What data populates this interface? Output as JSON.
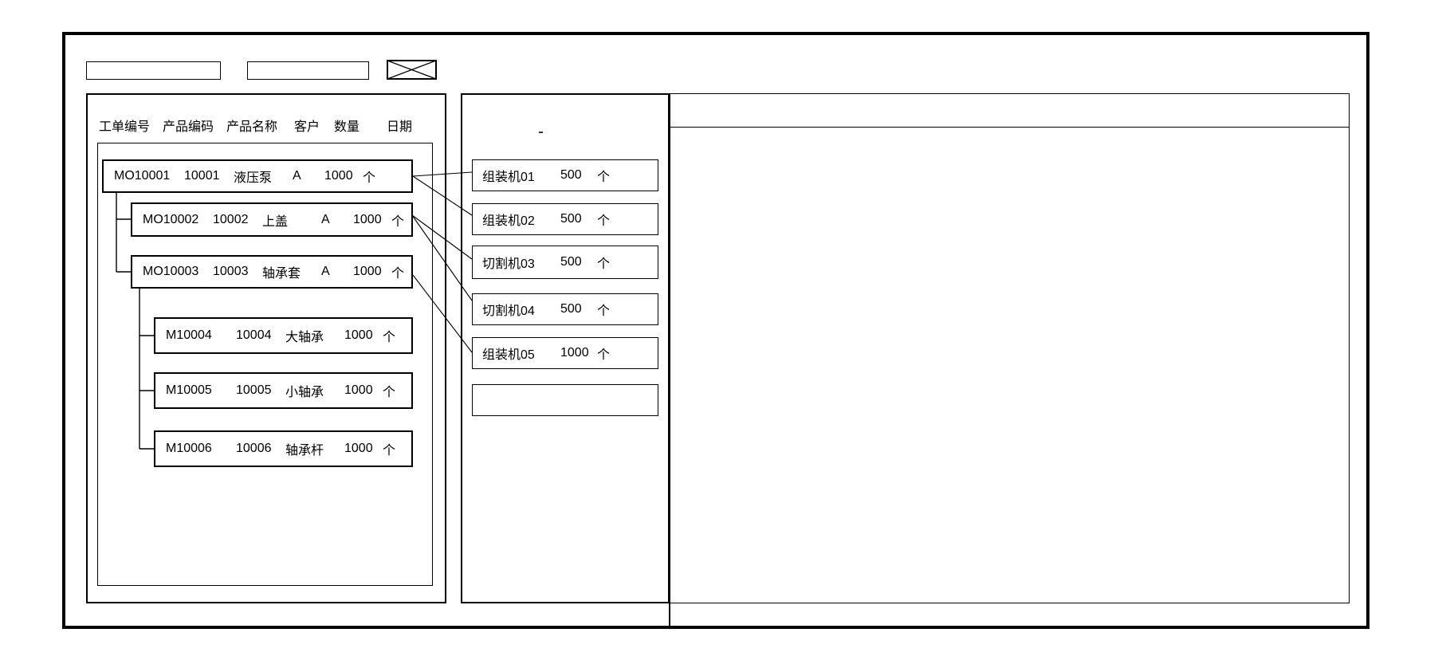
{
  "palette": {
    "stroke": "#000000",
    "background": "#ffffff"
  },
  "toolbar": {
    "field1_value": "",
    "field2_value": ""
  },
  "header_row": {
    "columns": [
      "工单编号",
      "产品编码",
      "产品名称",
      "客户",
      "数量",
      "日期"
    ]
  },
  "orders": [
    {
      "order_no": "MO10001",
      "product_code": "10001",
      "product_name": "液压泵",
      "customer": "A",
      "qty": "1000",
      "unit": "个"
    },
    {
      "order_no": "MO10002",
      "product_code": "10002",
      "product_name": "上盖",
      "customer": "A",
      "qty": "1000",
      "unit": "个"
    },
    {
      "order_no": "MO10003",
      "product_code": "10003",
      "product_name": "轴承套",
      "customer": "A",
      "qty": "1000",
      "unit": "个"
    },
    {
      "order_no": "M10004",
      "product_code": "10004",
      "product_name": "大轴承",
      "customer": "",
      "qty": "1000",
      "unit": "个"
    },
    {
      "order_no": "M10005",
      "product_code": "10005",
      "product_name": "小轴承",
      "customer": "",
      "qty": "1000",
      "unit": "个"
    },
    {
      "order_no": "M10006",
      "product_code": "10006",
      "product_name": "轴承杆",
      "customer": "",
      "qty": "1000",
      "unit": "个"
    }
  ],
  "machines": [
    {
      "name": "组装机01",
      "qty": "500",
      "unit": "个"
    },
    {
      "name": "组装机02",
      "qty": "500",
      "unit": "个"
    },
    {
      "name": "切割机03",
      "qty": "500",
      "unit": "个"
    },
    {
      "name": "切割机04",
      "qty": "500",
      "unit": "个"
    },
    {
      "name": "组装机05",
      "qty": "1000",
      "unit": "个"
    },
    {
      "name": "",
      "qty": "",
      "unit": ""
    }
  ]
}
